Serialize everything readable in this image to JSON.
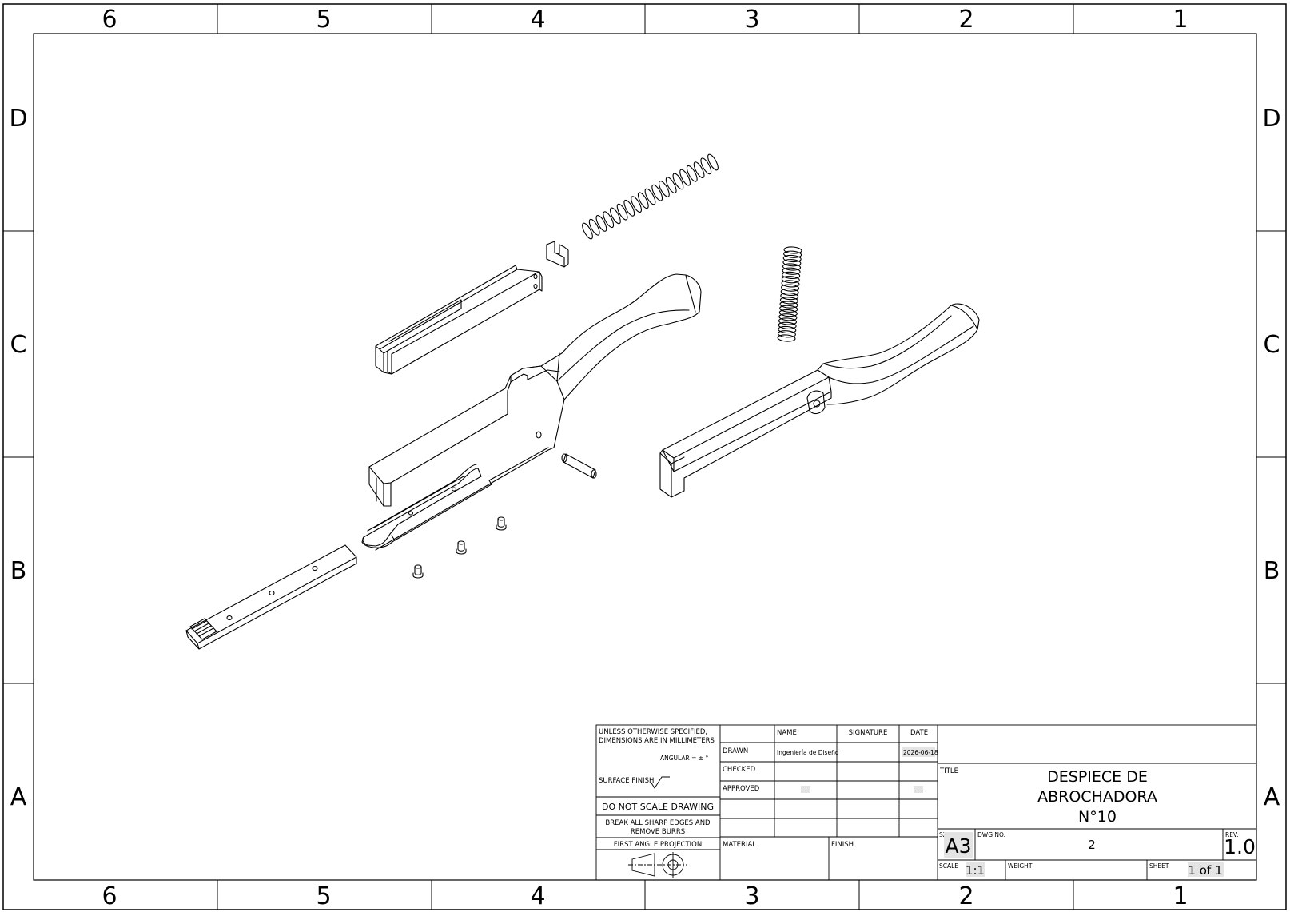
{
  "zones": {
    "columns": [
      "6",
      "5",
      "4",
      "3",
      "2",
      "1"
    ],
    "rows": [
      "D",
      "C",
      "B",
      "A"
    ]
  },
  "title_block": {
    "tolerance_note_line1": "UNLESS OTHERWISE SPECIFIED,",
    "tolerance_note_line2": "DIMENSIONS ARE IN MILLIMETERS",
    "angular": "ANGULAR = ± °",
    "surface_finish": "SURFACE FINISH",
    "do_not_scale": "DO NOT SCALE DRAWING",
    "break_edges_line1": "BREAK ALL SHARP EDGES AND",
    "break_edges_line2": "REMOVE BURRS",
    "projection": "FIRST ANGLE PROJECTION",
    "col_name": "NAME",
    "col_signature": "SIGNATURE",
    "col_date": "DATE",
    "row_drawn": "DRAWN",
    "row_checked": "CHECKED",
    "row_approved": "APPROVED",
    "drawn_name": "Ingeniería de Diseño",
    "drawn_date": "2026-06-18",
    "approved_name": "....",
    "approved_date": "....",
    "material_label": "MATERIAL",
    "finish_label": "FINISH",
    "title_label": "TITLE",
    "title_line1": "DESPIECE DE",
    "title_line2": "ABROCHADORA",
    "title_line3": "N°10",
    "size_label": "SZ.",
    "size": "A3",
    "dwg_no_label": "DWG NO.",
    "dwg_no": "2",
    "rev_label": "REV.",
    "rev": "1.0",
    "scale_label": "SCALE",
    "scale": "1:1",
    "weight_label": "WEIGHT",
    "sheet_label": "SHEET",
    "sheet": "1 of 1"
  }
}
